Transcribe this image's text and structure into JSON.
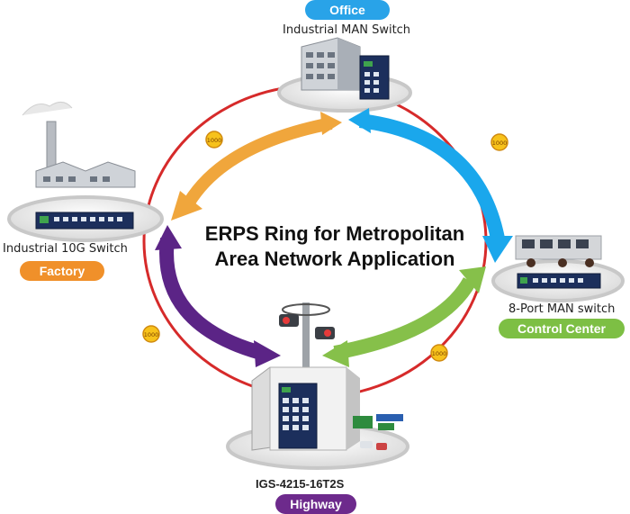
{
  "title_line1": "ERPS Ring for Metropolitan",
  "title_line2": "Area Network Application",
  "link_speed": "1000",
  "nodes": {
    "office": {
      "tag": "Office",
      "device": "Industrial MAN Switch",
      "tag_color": "#29a3e8"
    },
    "factory": {
      "tag": "Factory",
      "device": "Industrial 10G Switch",
      "tag_color": "#f0902a"
    },
    "control": {
      "tag": "Control Center",
      "device": "8-Port MAN switch",
      "tag_color": "#7dbf44"
    },
    "highway": {
      "tag": "Highway",
      "device": "IGS-4215-16T2S",
      "tag_color": "#6d2a8c"
    }
  },
  "colors": {
    "ring": "#d62a2a",
    "arrow_orange": "#f0a63c",
    "arrow_blue": "#1aa7ec",
    "arrow_purple": "#5b2486",
    "arrow_green": "#86c04a"
  }
}
